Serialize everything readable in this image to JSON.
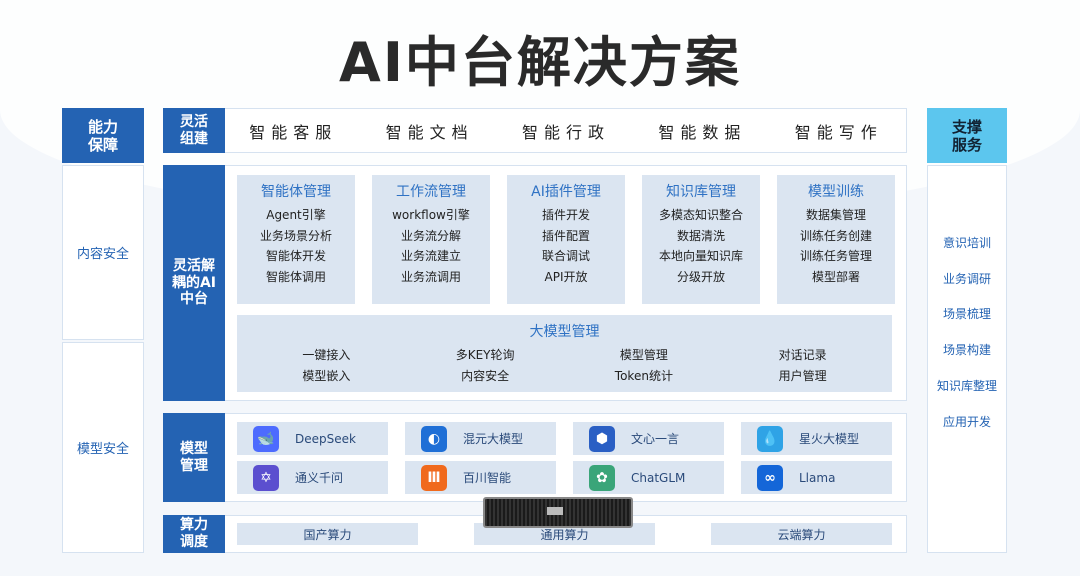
{
  "title": "AI中台解决方案",
  "left": {
    "header": "能力保障",
    "items": [
      "内容安全",
      "模型安全"
    ]
  },
  "right": {
    "header": "支撑服务",
    "items": [
      "意识培训",
      "业务调研",
      "场景梳理",
      "场景构建",
      "知识库整理",
      "应用开发"
    ]
  },
  "row1": {
    "label": "灵活组建",
    "items": [
      "智能客服",
      "智能文档",
      "智能行政",
      "智能数据",
      "智能写作"
    ]
  },
  "row2": {
    "label": "灵活解耦的AI中台",
    "cards": [
      {
        "title": "智能体管理",
        "items": [
          "Agent引擎",
          "业务场景分析",
          "智能体开发",
          "智能体调用"
        ]
      },
      {
        "title": "工作流管理",
        "items": [
          "workflow引擎",
          "业务流分解",
          "业务流建立",
          "业务流调用"
        ]
      },
      {
        "title": "AI插件管理",
        "items": [
          "插件开发",
          "插件配置",
          "联合调试",
          "API开放"
        ]
      },
      {
        "title": "知识库管理",
        "items": [
          "多模态知识整合",
          "数据清洗",
          "本地向量知识库",
          "分级开放"
        ]
      },
      {
        "title": "模型训练",
        "items": [
          "数据集管理",
          "训练任务创建",
          "训练任务管理",
          "模型部署"
        ]
      }
    ],
    "llm": {
      "title": "大模型管理",
      "items": [
        "一键接入",
        "多KEY轮询",
        "模型管理",
        "对话记录",
        "模型嵌入",
        "内容安全",
        "Token统计",
        "用户管理"
      ]
    }
  },
  "row3": {
    "label": "模型管理",
    "models": [
      {
        "name": "DeepSeek",
        "icon": "deepseek-whale-icon",
        "color": "#4d6bfe"
      },
      {
        "name": "混元大模型",
        "icon": "hunyuan-icon",
        "color": "#1f6fd6"
      },
      {
        "name": "文心一言",
        "icon": "wenxin-icon",
        "color": "#2a5fc4"
      },
      {
        "name": "星火大模型",
        "icon": "xinghuo-icon",
        "color": "#2fa3e6"
      },
      {
        "name": "通义千问",
        "icon": "tongyi-icon",
        "color": "#5b4fcf"
      },
      {
        "name": "百川智能",
        "icon": "baichuan-icon",
        "color": "#f06a1d"
      },
      {
        "name": "ChatGLM",
        "icon": "chatglm-icon",
        "color": "#3aa579"
      },
      {
        "name": "Llama",
        "icon": "meta-infinity-icon",
        "color": "#1466d8"
      }
    ]
  },
  "row4": {
    "label": "算力调度",
    "items": [
      "国产算力",
      "通用算力",
      "云端算力"
    ]
  }
}
